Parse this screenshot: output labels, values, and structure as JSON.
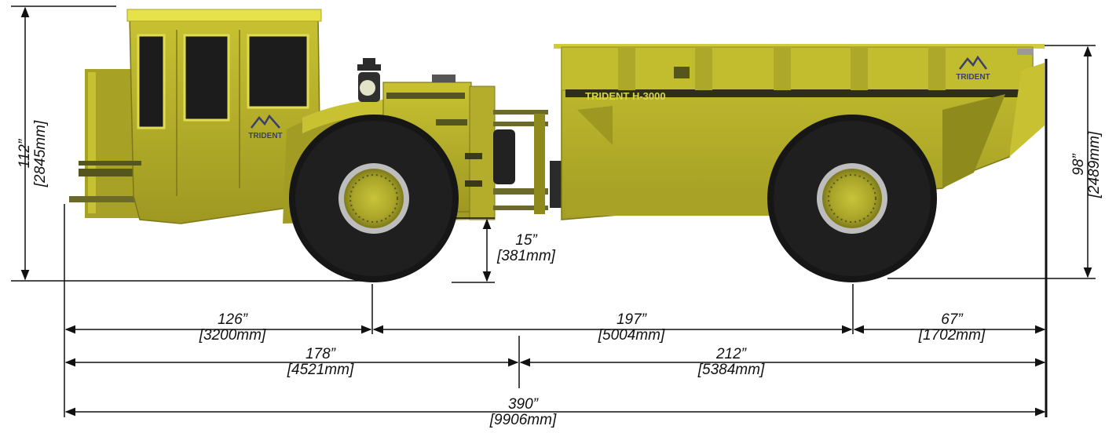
{
  "vehicle": {
    "cab_logo_text": "TRIDENT",
    "dump_logo_text": "TRIDENT",
    "model_text": "TRIDENT H-3000",
    "colors": {
      "body": "#b8b22a",
      "body_dark": "#8f8a1c",
      "body_light": "#d3cf4a",
      "roof": "#e6e24a",
      "tire": "#151515",
      "logo": "#3a3f6e"
    }
  },
  "dimensions": {
    "overall_height": {
      "inch": "112”",
      "mm": "[2845mm]"
    },
    "dump_height": {
      "inch": "98”",
      "mm": "[2489mm]"
    },
    "ground_clearance": {
      "inch": "15”",
      "mm": "[381mm]"
    },
    "front_overhang": {
      "inch": "126”",
      "mm": "[3200mm]"
    },
    "wheelbase": {
      "inch": "197”",
      "mm": "[5004mm]"
    },
    "rear_overhang": {
      "inch": "67”",
      "mm": "[1702mm]"
    },
    "front_to_pivot": {
      "inch": "178”",
      "mm": "[4521mm]"
    },
    "pivot_to_rear": {
      "inch": "212”",
      "mm": "[5384mm]"
    },
    "overall_length": {
      "inch": "390”",
      "mm": "[9906mm]"
    }
  }
}
